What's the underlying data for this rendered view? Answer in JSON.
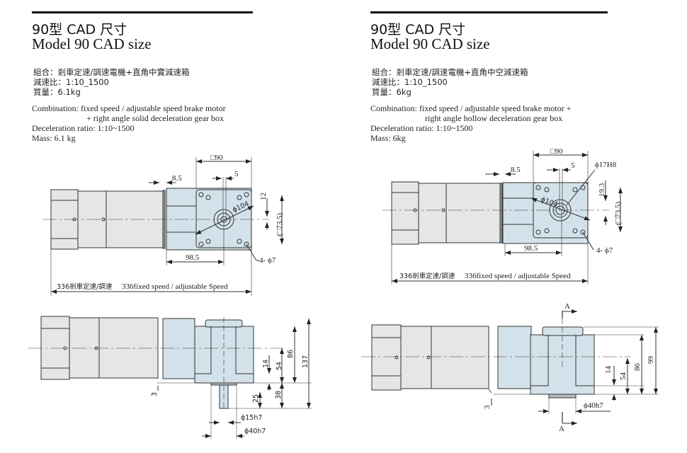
{
  "left": {
    "title_cn": "90型 CAD 尺寸",
    "title_en": "Model 90  CAD size",
    "spec_cn": [
      "組合：剎車定速/調速電機+直角中實減速箱",
      "減速比：1:10_1500",
      "質量：6.1kg"
    ],
    "spec_en": [
      "Combination: fixed speed / adjustable speed brake motor",
      "+ right angle solid deceleration gear box",
      "Deceleration ratio: 1:10~1500",
      "Mass: 6.1 kg"
    ],
    "top_dims": {
      "square": "□90",
      "offset": "8.5",
      "key": "5",
      "height": "12",
      "bolt_square": "(□73.5)",
      "pcd": "ϕ104",
      "length": "98.5",
      "holes": "4- ϕ7",
      "total_cn": "336剎車定速/調速",
      "total_en": "336fixed  speed / adjustable Speed"
    },
    "side_dims": {
      "d14": "14",
      "d54": "54",
      "d86": "86",
      "d137": "137",
      "d38": "38",
      "d25": "25",
      "d3": "3",
      "shaft": "ϕ15h7",
      "flange": "ϕ40h7"
    }
  },
  "right": {
    "title_cn": "90型 CAD 尺寸",
    "title_en": "Model 90  CAD size",
    "spec_cn": [
      "組合：剎車定速/調速電機+直角中空減速箱",
      "減速比：1:10_1500",
      "質量：6kg"
    ],
    "spec_en": [
      "Combination: fixed speed / adjustable speed brake motor +",
      "right angle hollow deceleration gear box",
      "Deceleration ratio: 1:10~1500",
      "Mass: 6kg"
    ],
    "top_dims": {
      "square": "□90",
      "bore": "ϕ17H8",
      "offset": "8.5",
      "key": "5",
      "height": "19.3",
      "bolt_square": "(□73.5)",
      "pcd": "ϕ104",
      "length": "98.5",
      "holes": "4- ϕ7",
      "total_cn": "336剎車定速/調速",
      "total_en": "336fixed  speed / adjustable Speed"
    },
    "side_dims": {
      "d14": "14",
      "d54": "54",
      "d86": "86",
      "d99": "99",
      "d3": "3",
      "flange": "ϕ40h7",
      "section_top": "A",
      "section_bottom": "A"
    }
  },
  "colors": {
    "body": "#e6e6e6",
    "gearbox": "#d3e1ea",
    "line": "#333333"
  }
}
